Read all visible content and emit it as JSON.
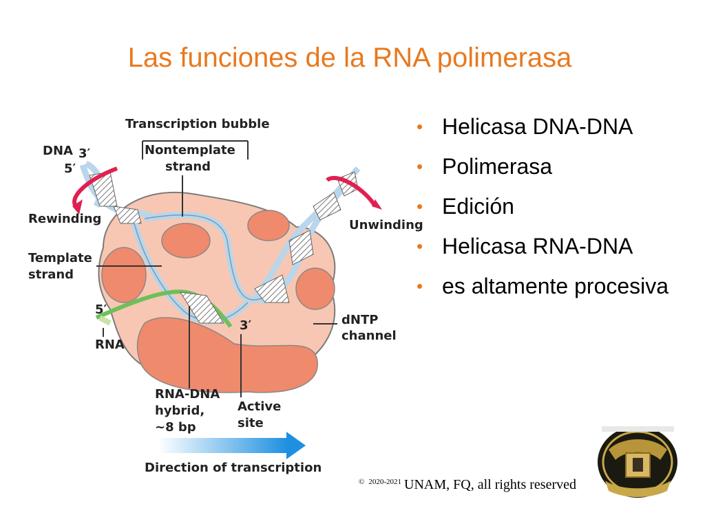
{
  "slide": {
    "title": "Las funciones de la RNA polimerasa",
    "bullets": [
      "Helicasa DNA-DNA",
      "Polimerasa",
      "Edición",
      "Helicasa RNA-DNA",
      "es altamente procesiva"
    ],
    "copyright_symbol": "©",
    "copyright_years": "2020-2021",
    "copyright_text": "UNAM, FQ, all rights reserved"
  },
  "diagram": {
    "labels": {
      "transcription_bubble": "Transcription bubble",
      "nontemplate_1": "Nontemplate",
      "nontemplate_2": "strand",
      "dna": "DNA",
      "three_prime": "3′",
      "five_prime": "5′",
      "rewinding": "Rewinding",
      "unwinding": "Unwinding",
      "template_1": "Template",
      "template_2": "strand",
      "rna_five_prime": "5′",
      "rna": "RNA",
      "rna_three_prime": "3′",
      "dntp_1": "dNTP",
      "dntp_2": "channel",
      "hybrid_1": "RNA-DNA",
      "hybrid_2": "hybrid,",
      "hybrid_3": "~8 bp",
      "active_1": "Active",
      "active_2": "site",
      "direction": "Direction of transcription"
    },
    "colors": {
      "enzyme": "#f8c7b3",
      "enzyme_dark": "#ef8a6c",
      "dna_strand": "#b9d6ea",
      "rna_strand": "#6fbf5a",
      "arrow_red": "#e02050",
      "direction_arrow": "#1e90e0"
    }
  },
  "logo": {
    "name": "unam-seal-icon"
  }
}
